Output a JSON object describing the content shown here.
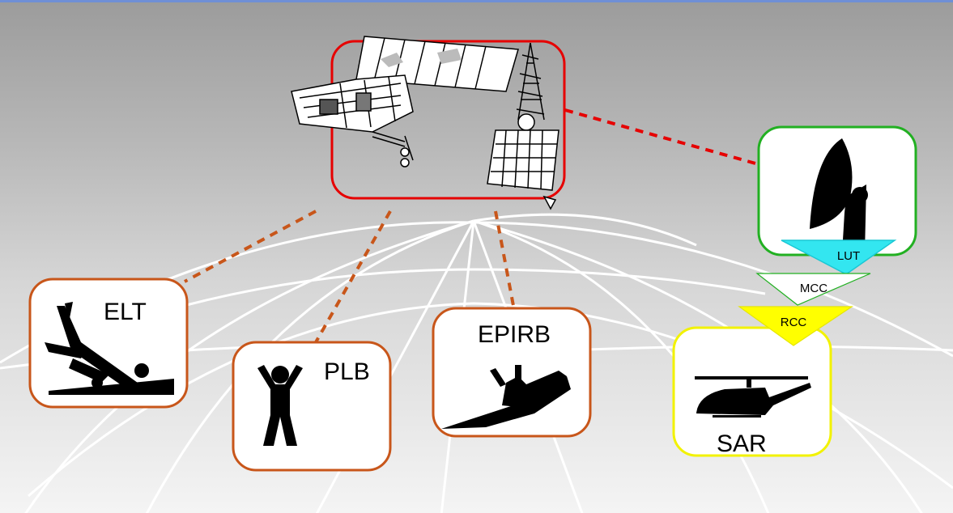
{
  "beacons": {
    "elt": "ELT",
    "plb": "PLB",
    "epirb": "EPIRB"
  },
  "ground_segment": {
    "lut": "LUT",
    "mcc": "MCC",
    "rcc": "RCC",
    "sar": "SAR"
  },
  "colors": {
    "satellite_box": "#e60000",
    "beacon_box": "#c8561a",
    "lut_box": "#22b022",
    "sar_box": "#f2f200",
    "lut_triangle": "#33e6f0",
    "rcc_triangle": "#ffff00",
    "link_lines": "#c8561a",
    "downlink_line": "#e60000"
  },
  "icons": [
    "satellite-icon",
    "crashed-plane-icon",
    "person-icon",
    "ship-icon",
    "dish-antenna-icon",
    "helicopter-icon",
    "globe-grid"
  ]
}
